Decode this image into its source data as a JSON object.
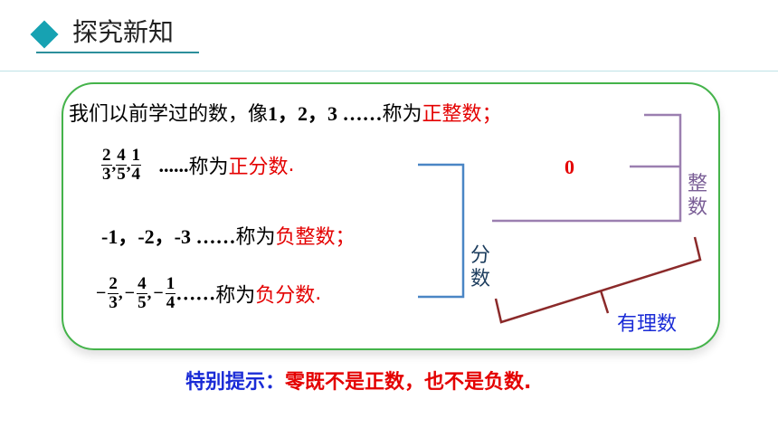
{
  "header": {
    "title": "探究新知",
    "icon": "diamond-icon",
    "accent": "#17a2b2"
  },
  "row1": {
    "prefix": "我们以前学过的数，像",
    "nums": "1，2，3 ……",
    "mid": "称为",
    "term": "正整数",
    "end": "；"
  },
  "row2": {
    "fractions": [
      {
        "num": "2",
        "den": "3"
      },
      {
        "num": "4",
        "den": "5"
      },
      {
        "num": "1",
        "den": "4"
      }
    ],
    "sep": ",",
    "dots": "......",
    "mid": "称为",
    "term": "正分数",
    "end": "."
  },
  "zero": "0",
  "row3": {
    "nums": "-1，-2，-3 ……",
    "mid": "称为",
    "term": "负整数",
    "end": "；"
  },
  "row4": {
    "neg": "−",
    "fractions": [
      {
        "num": "2",
        "den": "3"
      },
      {
        "num": "4",
        "den": "5"
      },
      {
        "num": "1",
        "den": "4"
      }
    ],
    "sep": ",",
    "dots": "……",
    "mid": "称为",
    "term": "负分数",
    "end": "."
  },
  "labels": {
    "integer_char1": "整",
    "integer_char2": "数",
    "fraction_char1": "分",
    "fraction_char2": "数",
    "rational": "有理数"
  },
  "tip": {
    "label": "特别提示：",
    "text": "零既不是正数，也不是负数."
  },
  "colors": {
    "red": "#e40000",
    "blue": "#1a2bd6",
    "card_border": "#44b34a",
    "integer_bracket": "#9b7fb0",
    "fraction_bracket": "#4a86c5",
    "rational_bracket": "#8b2a2a"
  }
}
